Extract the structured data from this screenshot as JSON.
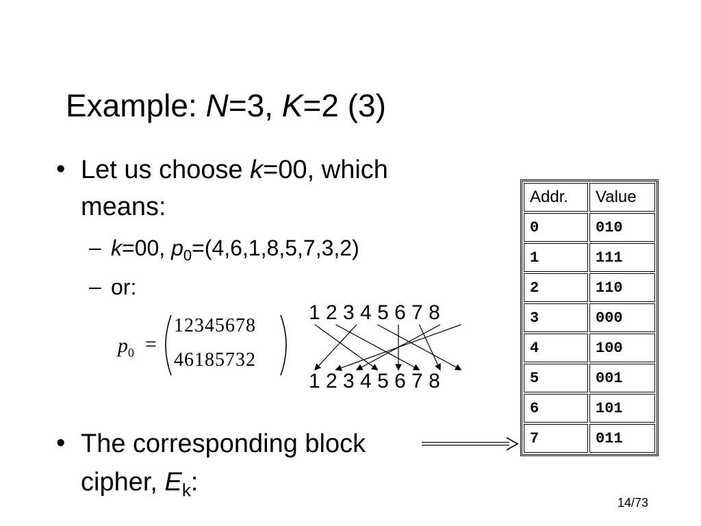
{
  "title": {
    "prefix": "Example: ",
    "n": "N",
    "n_val": "=3, ",
    "k": "K",
    "k_val": "=2 (3)"
  },
  "bullet1": {
    "bullet": "•",
    "line1_a": "Let us choose ",
    "line1_k": "k",
    "line1_b": "=00, which",
    "line2": "means:"
  },
  "sub1": {
    "dash": "–",
    "k": "k",
    "a": "=00, ",
    "p": "p",
    "sub": "0",
    "b": "=(4,6,1,8,5,7,3,2)"
  },
  "sub2": {
    "dash": "–",
    "text": "or:"
  },
  "matrix": {
    "p": "p",
    "sub": "0",
    "eq": "=",
    "row1": "12345678",
    "row2": "46185732"
  },
  "perm_diagram": {
    "top": "1 2 3 4 5 6 7 8",
    "bottom": "1 2 3 4 5 6 7 8",
    "mapping": [
      4,
      6,
      1,
      8,
      5,
      7,
      3,
      2
    ]
  },
  "bullet2": {
    "bullet": "•",
    "line1": "The corresponding block",
    "line2_a": "cipher, ",
    "e": "E",
    "sub": "k",
    "colon": ":"
  },
  "table": {
    "headers": [
      "Addr.",
      "Value"
    ],
    "rows": [
      [
        "0",
        "010"
      ],
      [
        "1",
        "111"
      ],
      [
        "2",
        "110"
      ],
      [
        "3",
        "000"
      ],
      [
        "4",
        "100"
      ],
      [
        "5",
        "001"
      ],
      [
        "6",
        "101"
      ],
      [
        "7",
        "011"
      ]
    ]
  },
  "page": "14/73"
}
